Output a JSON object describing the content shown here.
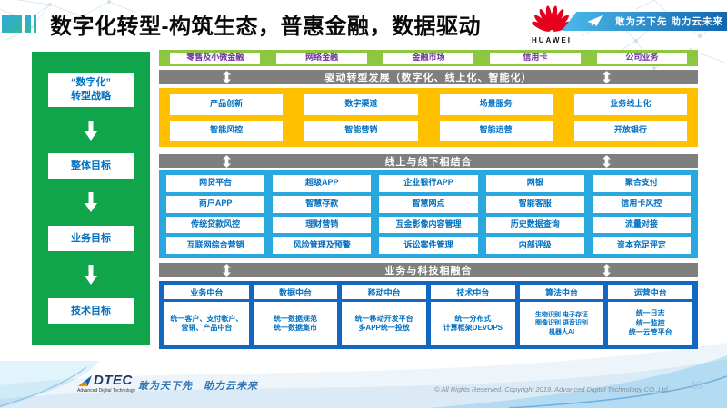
{
  "title": "数字化转型-构筑生态，普惠金融，数据驱动",
  "header": {
    "brand": "HUAWEI",
    "brand_slogan": "敢为天下先 助力云未来"
  },
  "sidebar": {
    "items": [
      {
        "label": "“数字化”\n转型战略"
      },
      {
        "label": "整体目标"
      },
      {
        "label": "业务目标"
      },
      {
        "label": "技术目标"
      }
    ]
  },
  "business_lines": {
    "items": [
      "零售及小微金融",
      "网络金融",
      "金融市场",
      "信用卡",
      "公司业务"
    ]
  },
  "banners": {
    "drive": "驱动转型发展（数字化、线上化、智能化）",
    "online_offline": "线上与线下相结合",
    "biz_tech": "业务与科技相融合"
  },
  "capabilities": {
    "rows": [
      [
        "产品创新",
        "数字渠道",
        "场景服务",
        "业务线上化"
      ],
      [
        "智能风控",
        "智能营销",
        "智能运营",
        "开放银行"
      ]
    ]
  },
  "applications": {
    "rows": [
      [
        "网贷平台",
        "超级APP",
        "企业银行APP",
        "网银",
        "聚合支付"
      ],
      [
        "商户APP",
        "智慧存款",
        "智慧网点",
        "智能客服",
        "信用卡风控"
      ],
      [
        "传统贷款风控",
        "理财营销",
        "互金影像内容管理",
        "历史数据查询",
        "流量对接"
      ],
      [
        "互联网综合营销",
        "风险管理及预警",
        "诉讼案件管理",
        "内部评级",
        "资本充足评定"
      ]
    ]
  },
  "platforms": {
    "columns": [
      {
        "title": "业务中台",
        "body": "统一客户、支付帐户、营销、产品中台"
      },
      {
        "title": "数据中台",
        "body": "统一数据规范\n统一数据集市"
      },
      {
        "title": "移动中台",
        "body": "统一移动开发平台\n多APP统一投放"
      },
      {
        "title": "技术中台",
        "body": "统一分布式\n计算框架DEVOPS"
      },
      {
        "title": "算法中台",
        "body": "生物识别 电子存证\n图像识别 语音识别\n机器人AI"
      },
      {
        "title": "运营中台",
        "body": "统一日志\n统一监控\n统一云管平台"
      }
    ]
  },
  "footer": {
    "logo": "DTEC",
    "logo_sub": "Advanced Digital Technology",
    "slogan": "敢为天下先　助力云未来",
    "copyright": "© All Rights Reserved. Copyright 2019. Advanced Digital Technology CO.,Ltd",
    "page": "10"
  },
  "colors": {
    "sidebar_green": "#10A54B",
    "light_green": "#8DC63F",
    "purple_text": "#7030A0",
    "gray_banner": "#7F7F7F",
    "yellow": "#FFC000",
    "cyan_blue": "#29A8E0",
    "dark_blue": "#1467C0",
    "box_text_blue": "#0070C0",
    "huawei_red": "#E6001D"
  }
}
